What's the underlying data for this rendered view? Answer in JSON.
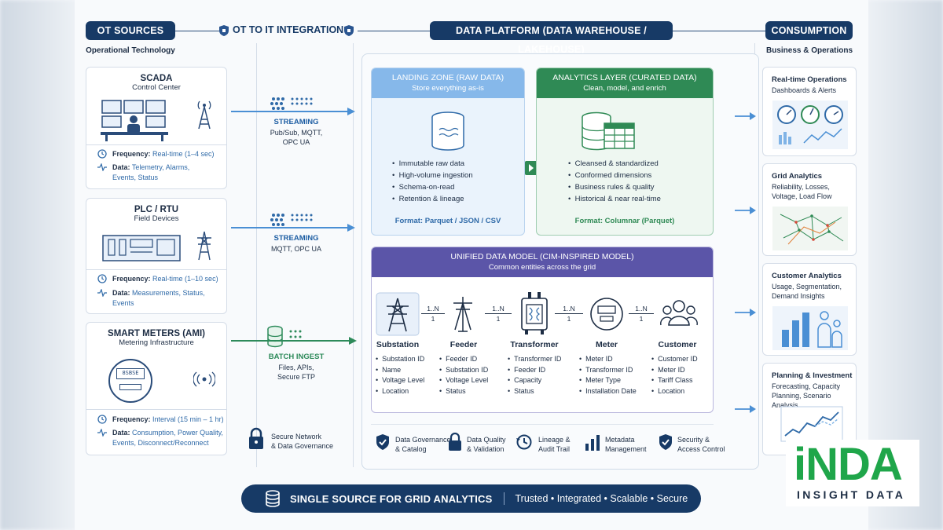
{
  "headers": {
    "ot_sources": "OT SOURCES",
    "ot_to_it": "OT TO IT INTEGRATION",
    "data_platform": "DATA PLATFORM (DATA WAREHOUSE / LAKEHOUSE)",
    "consumption": "CONSUMPTION",
    "ot_sub": "Operational Technology",
    "consumption_sub": "Business & Operations"
  },
  "sources": [
    {
      "title": "SCADA",
      "subtitle": "Control Center",
      "freq_label": "Frequency:",
      "freq_value": "Real-time (1–4 sec)",
      "data_label": "Data:",
      "data_value_1": "Telemetry, Alarms,",
      "data_value_2": "Events, Status"
    },
    {
      "title": "PLC / RTU",
      "subtitle": "Field Devices",
      "freq_label": "Frequency:",
      "freq_value": "Real-time (1–10 sec)",
      "data_label": "Data:",
      "data_value_1": "Measurements, Status,",
      "data_value_2": "Events"
    },
    {
      "title": "SMART METERS (AMI)",
      "subtitle": "Metering Infrastructure",
      "freq_label": "Frequency:",
      "freq_value": "Interval (15 min – 1 hr)",
      "data_label": "Data:",
      "data_value_1": "Consumption, Power Quality,",
      "data_value_2": "Events, Disconnect/Reconnect",
      "meter_display": "8SBSE"
    }
  ],
  "integration": [
    {
      "label": "STREAMING",
      "line1": "Pub/Sub, MQTT,",
      "line2": "OPC UA"
    },
    {
      "label": "STREAMING",
      "line1": "MQTT, OPC UA",
      "line2": ""
    },
    {
      "label": "BATCH INGEST",
      "line1": "Files, APIs,",
      "line2": "Secure FTP"
    }
  ],
  "secure": {
    "line1": "Secure Network",
    "line2": "& Data Governance"
  },
  "landing": {
    "title": "LANDING ZONE (RAW DATA)",
    "subtitle": "Store everything as-is",
    "bullets": [
      "Immutable raw data",
      "High-volume ingestion",
      "Schema-on-read",
      "Retention & lineage"
    ],
    "format": "Format: Parquet / JSON / CSV"
  },
  "analytics": {
    "title": "ANALYTICS LAYER (CURATED DATA)",
    "subtitle": "Clean, model, and enrich",
    "bullets": [
      "Cleansed & standardized",
      "Conformed dimensions",
      "Business rules & quality",
      "Historical & near real-time"
    ],
    "format": "Format: Columnar (Parquet)"
  },
  "udm": {
    "title": "UNIFIED DATA MODEL (CIM-INSPIRED MODEL)",
    "subtitle": "Common entities across the grid",
    "rel_top": "1..N",
    "rel_bottom": "1",
    "entities": [
      {
        "name": "Substation",
        "attrs": [
          "Substation ID",
          "Name",
          "Voltage Level",
          "Location"
        ]
      },
      {
        "name": "Feeder",
        "attrs": [
          "Feeder ID",
          "Substation ID",
          "Voltage Level",
          "Status"
        ]
      },
      {
        "name": "Transformer",
        "attrs": [
          "Transformer ID",
          "Feeder ID",
          "Capacity",
          "Status"
        ]
      },
      {
        "name": "Meter",
        "attrs": [
          "Meter ID",
          "Transformer ID",
          "Meter Type",
          "Installation Date"
        ]
      },
      {
        "name": "Customer",
        "attrs": [
          "Customer ID",
          "Meter ID",
          "Tariff Class",
          "Location"
        ]
      }
    ]
  },
  "governance": [
    {
      "line1": "Data Governance",
      "line2": "& Catalog",
      "icon": "shield-check-icon"
    },
    {
      "line1": "Data Quality",
      "line2": "& Validation",
      "icon": "lock-icon"
    },
    {
      "line1": "Lineage &",
      "line2": "Audit Trail",
      "icon": "history-icon"
    },
    {
      "line1": "Metadata",
      "line2": "Management",
      "icon": "bar-chart-icon"
    },
    {
      "line1": "Security &",
      "line2": "Access Control",
      "icon": "shield-check-icon"
    }
  ],
  "consumption": [
    {
      "title": "Real-time Operations",
      "sub1": "Dashboards & Alerts",
      "sub2": ""
    },
    {
      "title": "Grid Analytics",
      "sub1": "Reliability, Losses,",
      "sub2": "Voltage, Load Flow"
    },
    {
      "title": "Customer Analytics",
      "sub1": "Usage, Segmentation,",
      "sub2": "Demand Insights"
    },
    {
      "title": "Planning & Investment",
      "sub1": "Forecasting, Capacity",
      "sub2": "Planning, Scenario Analysis"
    }
  ],
  "footer": {
    "title": "SINGLE SOURCE FOR GRID ANALYTICS",
    "tagline": "Trusted • Integrated • Scalable • Secure"
  },
  "logo": {
    "word": "iNDA",
    "sub": "INSIGHT DATA"
  },
  "colors": {
    "navy": "#173a66",
    "landing_blue": "#7fb3e6",
    "analytics_green": "#2f8a55",
    "udm_purple": "#5b55a8",
    "logo_green": "#1fa64a"
  }
}
